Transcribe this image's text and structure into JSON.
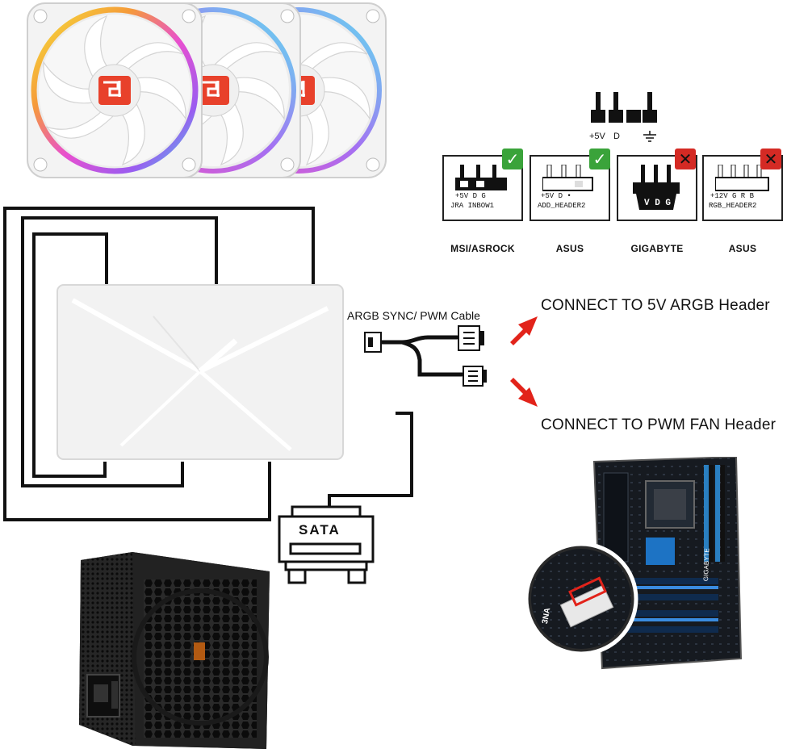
{
  "pinout": {
    "labels": [
      "+5V",
      "D",
      ""
    ],
    "ground_icon": "ground-icon"
  },
  "headers": [
    {
      "brand": "MSI/ASROCK",
      "header_text": "JRA INBOW1",
      "pin_text": "+5V  D   G",
      "status": "compatible"
    },
    {
      "brand": "ASUS",
      "header_text": "ADD_HEADER2",
      "pin_text": "+5V  D   •",
      "status": "compatible"
    },
    {
      "brand": "GIGABYTE",
      "header_text": "",
      "pin_text": "V D G",
      "status": "incompatible"
    },
    {
      "brand": "ASUS",
      "header_text": "RGB_HEADER2",
      "pin_text": "+12V G  R  B",
      "status": "incompatible"
    }
  ],
  "cable": {
    "label": "ARGB SYNC/ PWM Cable"
  },
  "connections": {
    "argb": "CONNECT TO 5V ARGB Header",
    "pwm": "CONNECT TO PWM FAN Header"
  },
  "sata": {
    "label": "SATA"
  },
  "motherboard": {
    "brand": "GIGABYTE",
    "zoom_label": "3NA"
  },
  "colors": {
    "check_green": "#3aa33a",
    "cross_red": "#d42a24",
    "arrow_red": "#e2231a",
    "wire": "#111111",
    "hub": "#f2f2f2",
    "psu": "#1e1e1e"
  }
}
